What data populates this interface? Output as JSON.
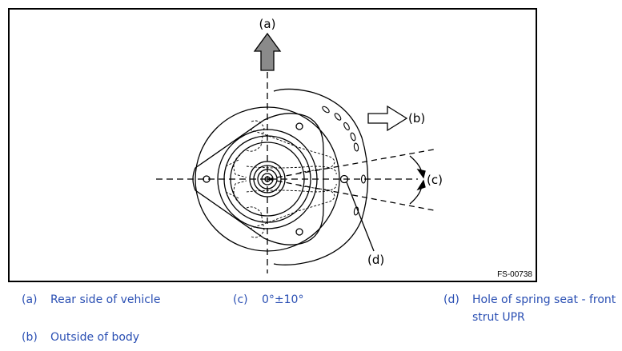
{
  "figure": {
    "id_label": "FS-00738",
    "callouts": {
      "a": "(a)",
      "b": "(b)",
      "c": "(c)",
      "d": "(d)"
    }
  },
  "legend": [
    {
      "key": "(a)",
      "text": "Rear side of vehicle"
    },
    {
      "key": "(b)",
      "text": "Outside of body"
    },
    {
      "key": "(c)",
      "text": "0°±10°"
    },
    {
      "key": "(d)",
      "text": "Hole of spring seat - front strut UPR"
    }
  ],
  "colors": {
    "legend_text": "#2a4fb3",
    "arrow_fill": "#8a8a8a"
  }
}
